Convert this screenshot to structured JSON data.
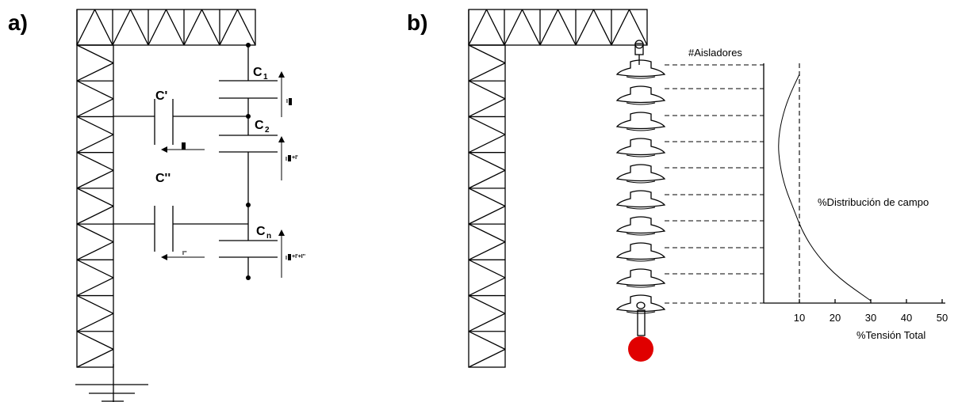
{
  "panel_a": {
    "label": "a)",
    "cap_c1": "C",
    "cap_c1_sub": "1",
    "cap_c2": "C",
    "cap_c2_sub": "2",
    "cap_cn": "C",
    "cap_cn_sub": "n",
    "cap_cprime": "C'",
    "cap_cdouble": "C''",
    "current_1": "I",
    "current_2": "I",
    "current_2_sub": "+I'",
    "current_n": "I",
    "current_n_sub": "+I'+I''",
    "leak_1": "I'",
    "leak_2": "I''"
  },
  "panel_b": {
    "label": "b)",
    "insulators_label": "#Aisladores",
    "field_label": "%Distribución de campo",
    "x_axis_label": "%Tensión Total",
    "x_ticks": [
      "10",
      "20",
      "30",
      "40",
      "50"
    ],
    "insulator_count": 10,
    "load_color": "#e00000"
  },
  "chart_data": {
    "type": "line",
    "title": "",
    "xlabel": "%Tensión Total",
    "ylabel": "#Aisladores",
    "xlim": [
      0,
      50
    ],
    "x_ticks": [
      10,
      20,
      30,
      40,
      50
    ],
    "series": [
      {
        "name": "%Distribución de campo",
        "x": [
          10,
          7,
          5,
          4,
          4.5,
          6,
          8.5,
          11,
          15,
          21,
          30
        ],
        "y": [
          10,
          9,
          8,
          7,
          6,
          5,
          4,
          3,
          2,
          1,
          0
        ]
      }
    ],
    "reference_line_x": 10
  }
}
